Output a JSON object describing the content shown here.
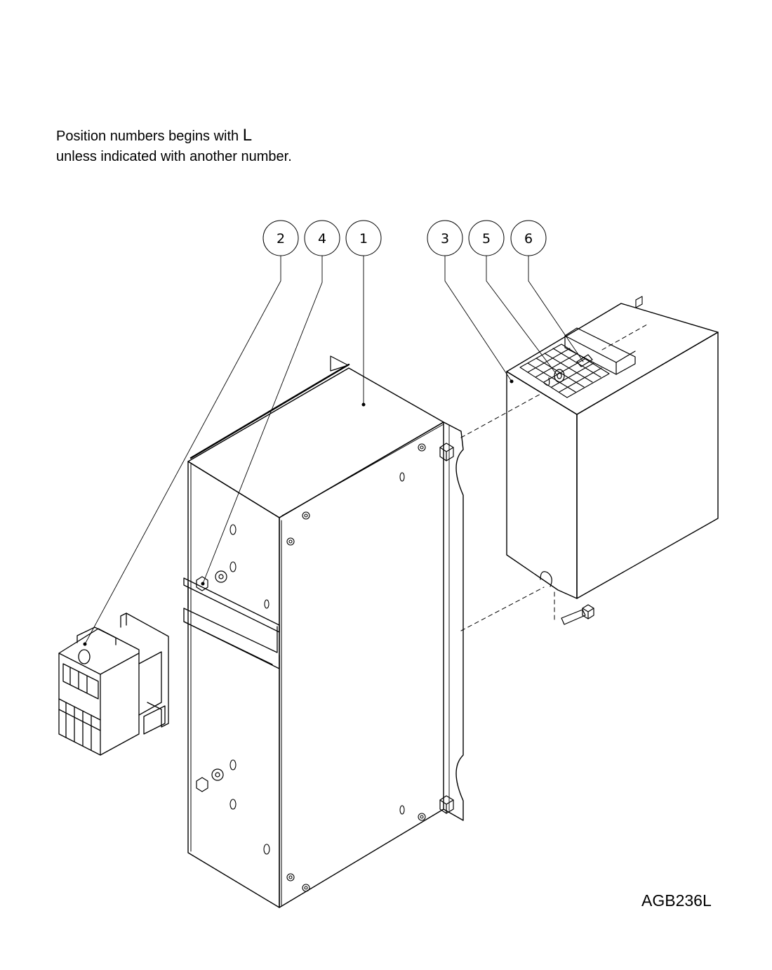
{
  "note": {
    "line1_prefix": "Position numbers begins with",
    "line1_letter": "L",
    "line2": "unless indicated with another number."
  },
  "drawing_id": "AGB236L",
  "balloons": [
    "2",
    "4",
    "1",
    "3",
    "5",
    "6"
  ]
}
